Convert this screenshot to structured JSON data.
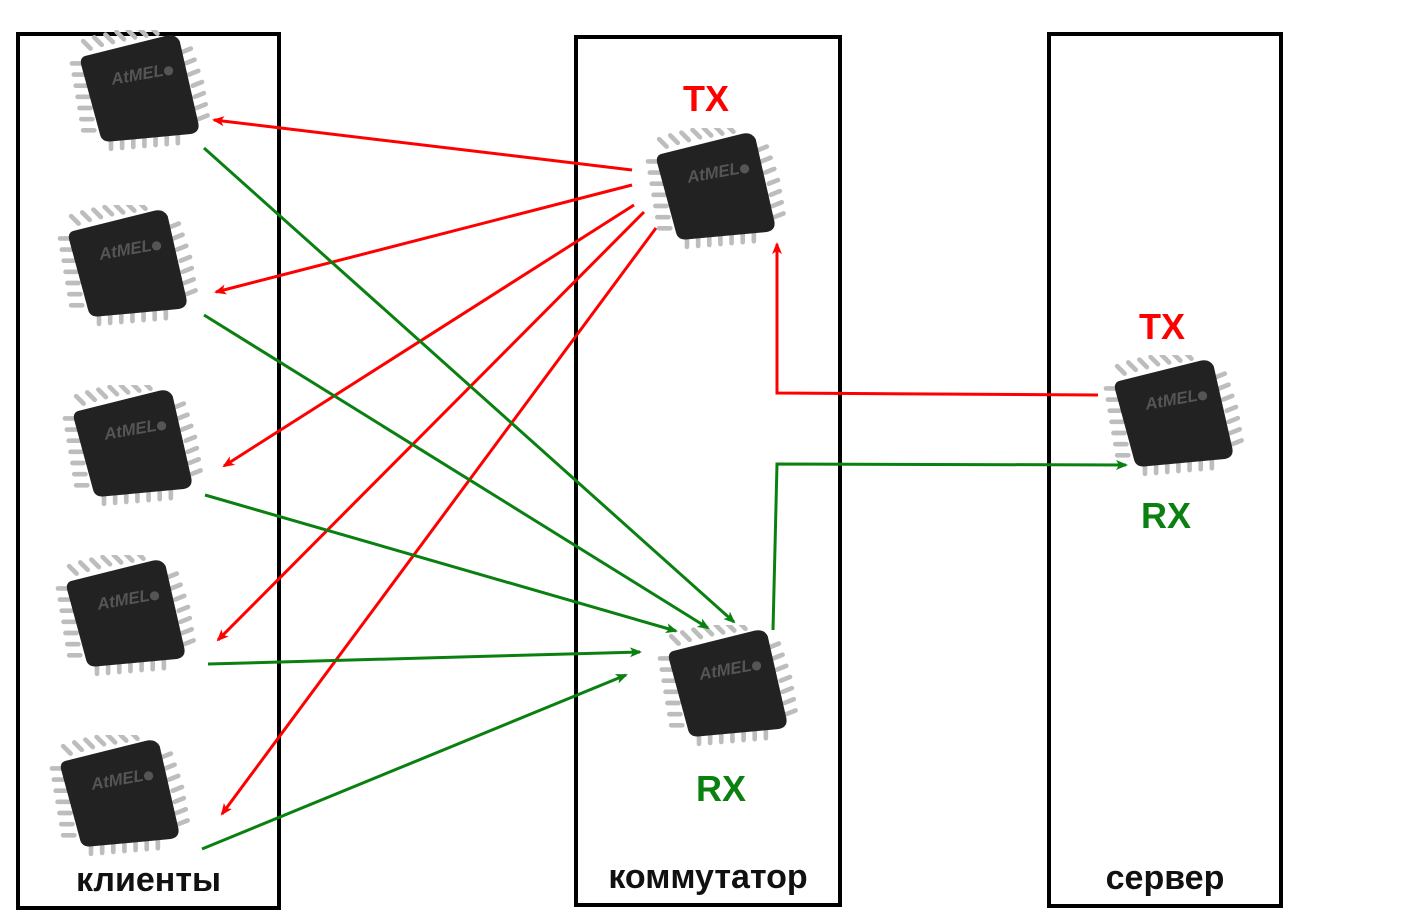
{
  "colors": {
    "tx": "#ff0000",
    "rx": "#0a8010",
    "border": "#000000",
    "chip_body": "#222222",
    "chip_pins": "#bdbdbd"
  },
  "groups": {
    "clients": {
      "label": "клиенты",
      "chip_count": 5
    },
    "switch": {
      "label": "коммутатор",
      "tx_label": "TX",
      "rx_label": "RX"
    },
    "server": {
      "label": "сервер",
      "tx_label": "TX",
      "rx_label": "RX"
    }
  },
  "chip_marking": "Atmel",
  "connections": [
    {
      "from": "switch-tx",
      "to": "client-1",
      "color": "tx"
    },
    {
      "from": "switch-tx",
      "to": "client-2",
      "color": "tx"
    },
    {
      "from": "switch-tx",
      "to": "client-3",
      "color": "tx"
    },
    {
      "from": "switch-tx",
      "to": "client-4",
      "color": "tx"
    },
    {
      "from": "switch-tx",
      "to": "client-5",
      "color": "tx"
    },
    {
      "from": "client-1",
      "to": "switch-rx",
      "color": "rx"
    },
    {
      "from": "client-2",
      "to": "switch-rx",
      "color": "rx"
    },
    {
      "from": "client-3",
      "to": "switch-rx",
      "color": "rx"
    },
    {
      "from": "client-4",
      "to": "switch-rx",
      "color": "rx"
    },
    {
      "from": "client-5",
      "to": "switch-rx",
      "color": "rx"
    },
    {
      "from": "server-tx",
      "to": "switch-tx",
      "color": "tx"
    },
    {
      "from": "switch-rx",
      "to": "server-rx",
      "color": "rx"
    }
  ]
}
